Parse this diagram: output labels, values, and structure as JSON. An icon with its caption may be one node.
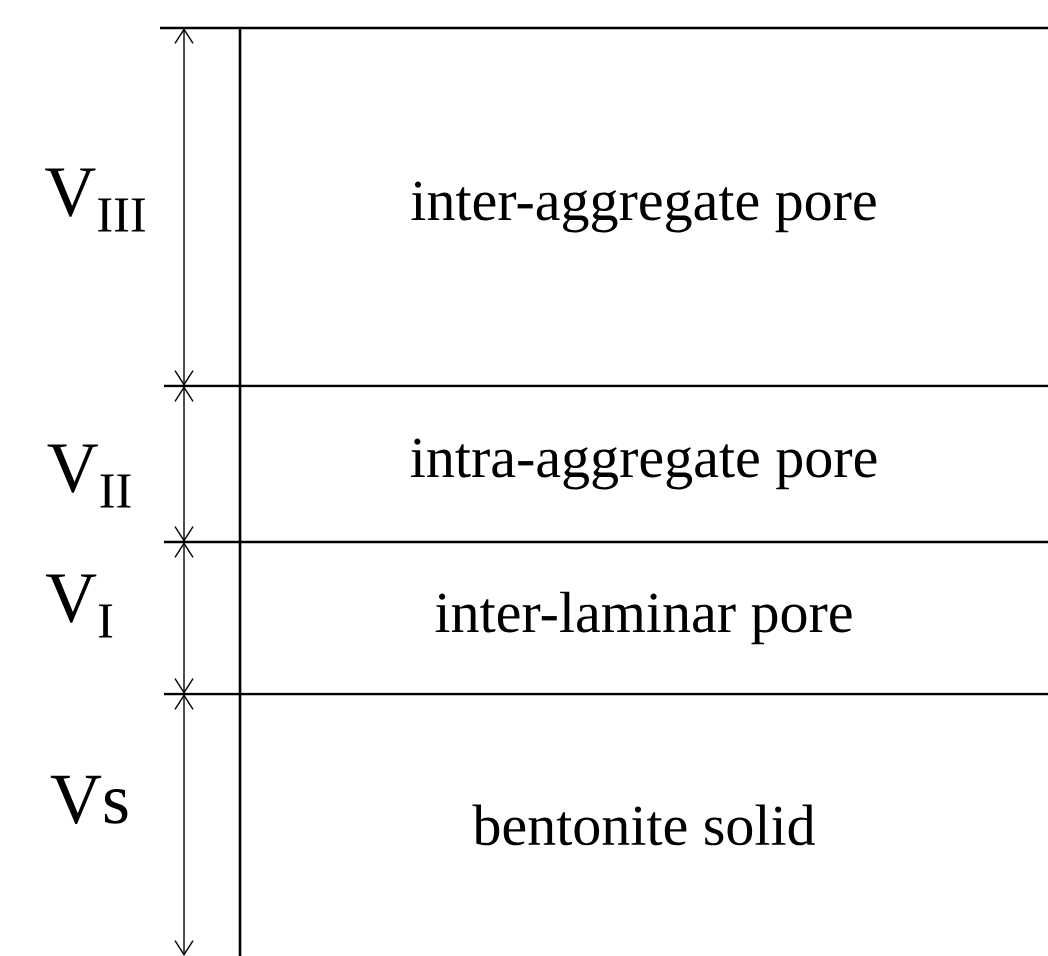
{
  "diagram": {
    "nodes": [
      {
        "text": [
          "inter-aggregate pore"
        ]
      },
      {
        "text": [
          "intra-aggregate pore"
        ]
      },
      {
        "text": [
          "inter-laminar pore"
        ]
      },
      {
        "text": [
          "bentonite solid"
        ]
      }
    ],
    "labels": [
      "V$_{III}$",
      "V$_{II}$",
      "V$_{I}$",
      "Vs"
    ]
  }
}
